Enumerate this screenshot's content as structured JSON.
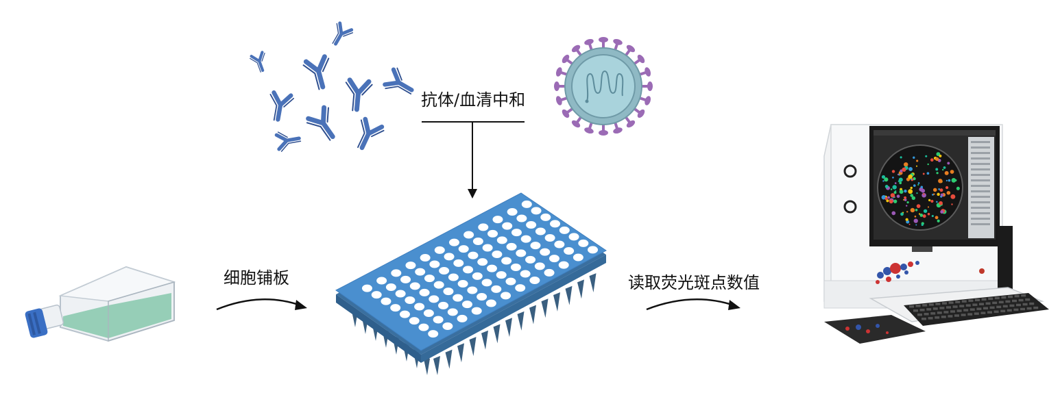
{
  "labels": {
    "neutralization": "抗体/血清中和",
    "cell_seeding": "细胞铺板",
    "read_spots": "读取荧光斑点数值"
  },
  "colors": {
    "antibody": "#4a72b8",
    "antibody_dark": "#2f4f8f",
    "virus_spike": "#9b6bb5",
    "virus_body": "#a9d3dc",
    "plate": "#4a8fcf",
    "plate_dark": "#3a6f9f",
    "flask_liquid": "#8ccab0",
    "flask_cap": "#3a6fc4",
    "arrow": "#111111"
  },
  "icons": {
    "antibodies": "antibody-icon",
    "virus": "virus-icon",
    "flask": "cell-culture-flask-icon",
    "plate": "96-well-plate-icon",
    "reader": "elispot-reader-icon"
  }
}
